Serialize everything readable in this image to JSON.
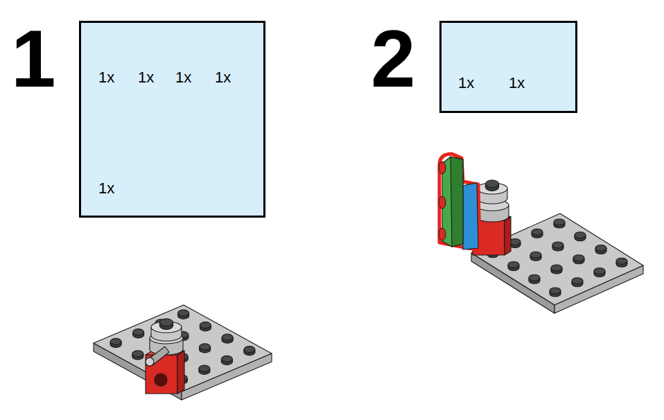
{
  "diagram": {
    "nodes": [
      {
        "text": [
          "1x",
          "1x",
          "1x",
          "1x",
          "1x"
        ]
      },
      {
        "text": [
          "1x",
          "1x"
        ]
      }
    ],
    "labels": [
      "1",
      "2"
    ]
  }
}
